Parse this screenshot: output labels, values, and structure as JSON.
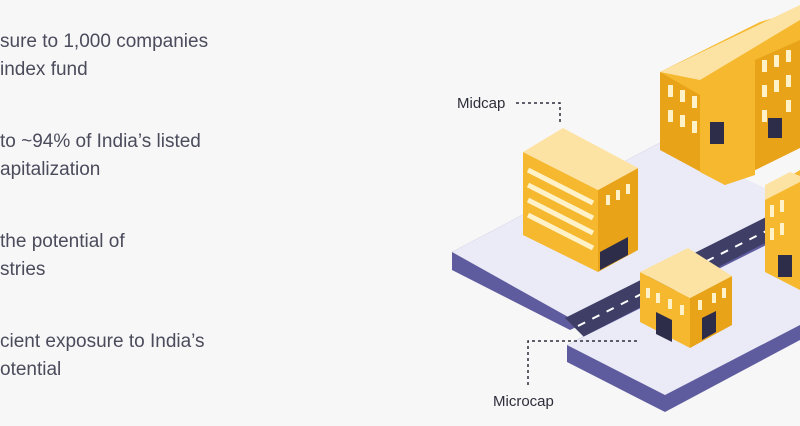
{
  "features": [
    {
      "line1": "sure to 1,000 companies",
      "line2": " index fund"
    },
    {
      "line1": " to ~94% of India’s listed",
      "line2": "apitalization"
    },
    {
      "line1": "the potential of",
      "line2": "stries"
    },
    {
      "line1": "cient exposure to India’s",
      "line2": "otential"
    }
  ],
  "illustration": {
    "midcap_label": "Midcap",
    "microcap_label": "Microcap"
  },
  "colors": {
    "background": "#f7f7f8",
    "text": "#4b4b5c",
    "building": "#f5b82e",
    "platform": "#ebebf7",
    "platform_side": "#5e5c9e",
    "road": "#3e3e66"
  }
}
